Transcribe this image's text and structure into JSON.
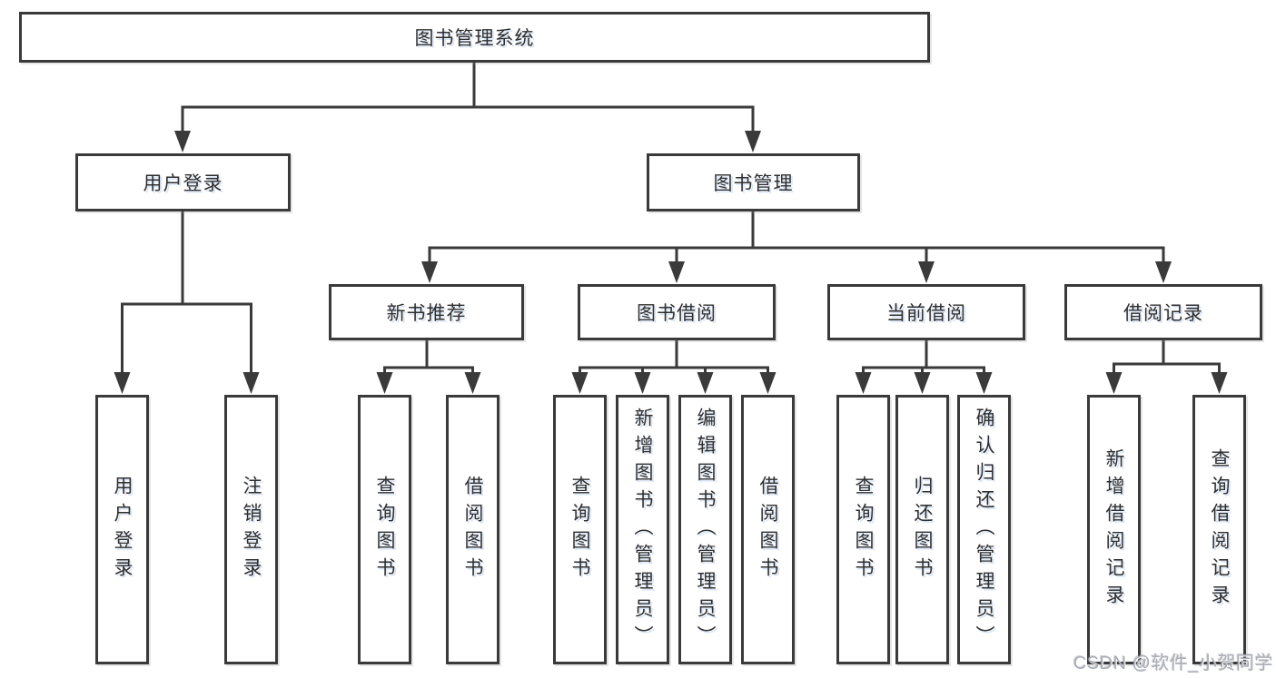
{
  "diagram": {
    "root": "图书管理系统",
    "level2": {
      "user_login": "用户登录",
      "book_mgmt": "图书管理"
    },
    "level3": {
      "new_books": "新书推荐",
      "borrowing": "图书借阅",
      "current": "当前借阅",
      "records": "借阅记录"
    },
    "leaves": {
      "ul_login": "用户登录",
      "ul_logout": "注销登录",
      "nb_query": "查询图书",
      "nb_borrow": "借阅图书",
      "bw_query": "查询图书",
      "bw_add": "新增图书（管理员）",
      "bw_edit": "编辑图书（管理员）",
      "bw_borrow": "借阅图书",
      "cu_query": "查询图书",
      "cu_return": "归还图书",
      "cu_confirm": "确认归还（管理员）",
      "rc_add": "新增借阅记录",
      "rc_query": "查询借阅记录"
    }
  },
  "watermark": "CSDN @软件_小贺同学",
  "colors": {
    "line": "#3a3a3a",
    "border": "#3a3a3a",
    "text": "#2e2e2e",
    "watermark": "#a9aeb6",
    "background": "#ffffff"
  }
}
